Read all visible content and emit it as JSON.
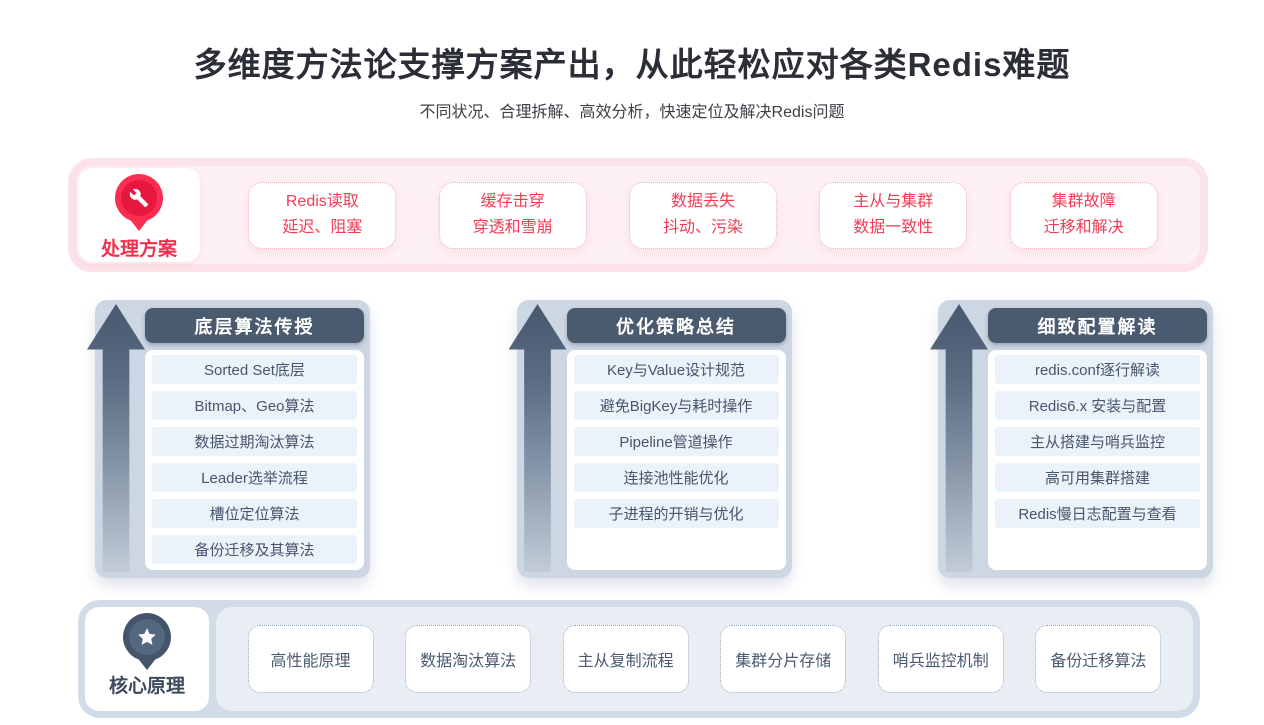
{
  "header": {
    "title": "多维度方法论支撑方案产出，从此轻松应对各类Redis难题",
    "subtitle": "不同状况、合理拆解、高效分析，快速定位及解决Redis问题"
  },
  "solutions": {
    "label": "处理方案",
    "icon": "wrench-pin-icon",
    "items": [
      {
        "line1": "Redis读取",
        "line2": "延迟、阻塞"
      },
      {
        "line1": "缓存击穿",
        "line2": "穿透和雪崩"
      },
      {
        "line1": "数据丢失",
        "line2": "抖动、污染"
      },
      {
        "line1": "主从与集群",
        "line2": "数据一致性"
      },
      {
        "line1": "集群故障",
        "line2": "迁移和解决"
      }
    ]
  },
  "columns": [
    {
      "title": "底层算法传授",
      "items": [
        "Sorted Set底层",
        "Bitmap、Geo算法",
        "数据过期淘汰算法",
        "Leader选举流程",
        "槽位定位算法",
        "备份迁移及其算法"
      ]
    },
    {
      "title": "优化策略总结",
      "items": [
        "Key与Value设计规范",
        "避免BigKey与耗时操作",
        "Pipeline管道操作",
        "连接池性能优化",
        "子进程的开销与优化"
      ]
    },
    {
      "title": "细致配置解读",
      "items": [
        "redis.conf逐行解读",
        "Redis6.x 安装与配置",
        "主从搭建与哨兵监控",
        "高可用集群搭建",
        "Redis慢日志配置与查看"
      ]
    }
  ],
  "principles": {
    "label": "核心原理",
    "icon": "star-pin-icon",
    "items": [
      "高性能原理",
      "数据淘汰算法",
      "主从复制流程",
      "集群分片存储",
      "哨兵监控机制",
      "备份迁移算法"
    ]
  },
  "colors": {
    "accent_red": "#f23d55",
    "pink_bg": "#fef1f4",
    "pink_rim": "#fbe3e9",
    "pin_red": "#fb2e52",
    "pin_red_inner": "#e7173f",
    "slate_header": "#4a5a6f",
    "slate_text": "#46566c",
    "column_container": "#cdd7e3",
    "row_stripe": "#ecf2f9",
    "bottom_rim": "#d2dbe8",
    "bottom_panel": "#e9eef4",
    "pin_slate": "#44556b",
    "title_color": "#2b2e36"
  }
}
